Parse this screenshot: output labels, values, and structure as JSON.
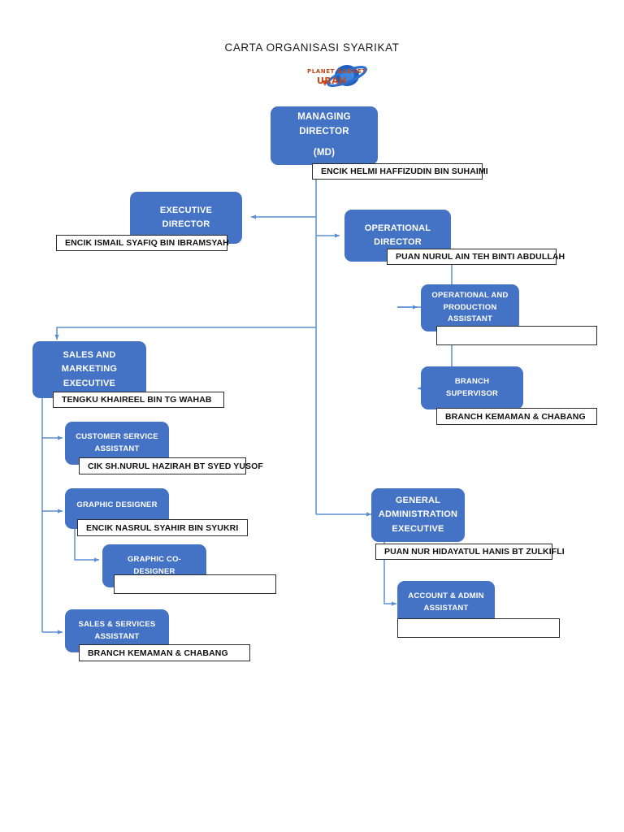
{
  "page": {
    "title": "CARTA ORGANISASI SYARIKAT",
    "logo": {
      "name": "planet-gadget-murah-logo",
      "line1": "PLANET GADGET",
      "line2": "MURAH"
    },
    "colors": {
      "box_fill": "#4472C4",
      "box_text": "#FFFFFF",
      "connector": "#5B8FD4",
      "nameplate_border": "#2B2B2B",
      "nameplate_fill": "#FFFFFF",
      "page_background": "#FFFFFF"
    }
  },
  "chart_data": {
    "type": "diagram",
    "title": "CARTA ORGANISASI SYARIKAT",
    "nodes": [
      {
        "id": "md",
        "role_lines": [
          "MANAGING",
          "DIRECTOR",
          "",
          "(MD)"
        ],
        "name": "ENCIK HELMI HAFFIZUDIN BIN SUHAIMI",
        "parent": null,
        "level": 0
      },
      {
        "id": "executive-director",
        "role_lines": [
          "EXECUTIVE",
          "DIRECTOR"
        ],
        "name": "ENCIK ISMAIL SYAFIQ BIN IBRAMSYAH",
        "parent": "md",
        "level": 1
      },
      {
        "id": "operational-director",
        "role_lines": [
          "OPERATIONAL",
          "DIRECTOR"
        ],
        "name": "PUAN NURUL AIN TEH BINTI ABDULLAH",
        "parent": "md",
        "level": 1
      },
      {
        "id": "operational-production-assistant",
        "role_lines": [
          "OPERATIONAL AND",
          "PRODUCTION",
          "ASSISTANT"
        ],
        "name": "",
        "parent": "operational-director",
        "level": 2
      },
      {
        "id": "branch-supervisor",
        "role_lines": [
          "BRANCH",
          "SUPERVISOR"
        ],
        "name": "BRANCH KEMAMAN & CHABANG",
        "parent": "operational-director",
        "level": 2
      },
      {
        "id": "sales-marketing-executive",
        "role_lines": [
          "SALES AND",
          "MARKETING",
          "EXECUTIVE"
        ],
        "name": "TENGKU KHAIREEL BIN TG WAHAB",
        "parent": "md",
        "level": 1
      },
      {
        "id": "customer-service-assistant",
        "role_lines": [
          "CUSTOMER SERVICE",
          "ASSISTANT"
        ],
        "name": "CIK SH.NURUL HAZIRAH BT SYED YUSOF",
        "parent": "sales-marketing-executive",
        "level": 2
      },
      {
        "id": "graphic-designer",
        "role_lines": [
          "GRAPHIC DESIGNER"
        ],
        "name": "ENCIK NASRUL SYAHIR BIN SYUKRI",
        "parent": "sales-marketing-executive",
        "level": 2
      },
      {
        "id": "graphic-co-designer",
        "role_lines": [
          "GRAPHIC CO-",
          "DESIGNER"
        ],
        "name": "",
        "parent": "graphic-designer",
        "level": 3
      },
      {
        "id": "sales-services-assistant",
        "role_lines": [
          "SALES & SERVICES",
          "ASSISTANT"
        ],
        "name": "BRANCH KEMAMAN & CHABANG",
        "parent": "sales-marketing-executive",
        "level": 2
      },
      {
        "id": "general-administration-executive",
        "role_lines": [
          "GENERAL",
          "ADMINISTRATION",
          "EXECUTIVE"
        ],
        "name": "PUAN NUR HIDAYATUL HANIS BT ZULKIFLI",
        "parent": "md",
        "level": 1
      },
      {
        "id": "account-admin-assistant",
        "role_lines": [
          "ACCOUNT  & ADMIN",
          "ASSISTANT"
        ],
        "name": "",
        "parent": "general-administration-executive",
        "level": 2
      }
    ]
  },
  "boxes": {
    "md": {
      "l1": "MANAGING",
      "l2": "DIRECTOR",
      "l3": "(MD)",
      "name": "ENCIK HELMI HAFFIZUDIN BIN SUHAIMI"
    },
    "executive_director": {
      "l1": "EXECUTIVE",
      "l2": "DIRECTOR",
      "name": "ENCIK ISMAIL SYAFIQ BIN IBRAMSYAH"
    },
    "operational_director": {
      "l1": "OPERATIONAL",
      "l2": "DIRECTOR",
      "name": "PUAN NURUL AIN TEH BINTI ABDULLAH"
    },
    "operational_production_assistant": {
      "l1": "OPERATIONAL AND",
      "l2": "PRODUCTION",
      "l3": "ASSISTANT",
      "name": ""
    },
    "branch_supervisor": {
      "l1": "BRANCH",
      "l2": "SUPERVISOR",
      "name": "BRANCH KEMAMAN & CHABANG"
    },
    "sales_marketing_executive": {
      "l1": "SALES AND",
      "l2": "MARKETING",
      "l3": "EXECUTIVE",
      "name": "TENGKU KHAIREEL BIN TG WAHAB"
    },
    "customer_service_assistant": {
      "l1": "CUSTOMER SERVICE",
      "l2": "ASSISTANT",
      "name": "CIK SH.NURUL HAZIRAH BT SYED YUSOF"
    },
    "graphic_designer": {
      "l1": "GRAPHIC DESIGNER",
      "name": "ENCIK NASRUL SYAHIR BIN SYUKRI"
    },
    "graphic_co_designer": {
      "l1": "GRAPHIC CO-",
      "l2": "DESIGNER",
      "name": ""
    },
    "sales_services_assistant": {
      "l1": "SALES & SERVICES",
      "l2": "ASSISTANT",
      "name": "BRANCH KEMAMAN & CHABANG"
    },
    "general_administration_executive": {
      "l1": "GENERAL",
      "l2": "ADMINISTRATION",
      "l3": "EXECUTIVE",
      "name": "PUAN NUR HIDAYATUL HANIS BT ZULKIFLI"
    },
    "account_admin_assistant": {
      "l1": "ACCOUNT  & ADMIN",
      "l2": "ASSISTANT",
      "name": ""
    }
  }
}
